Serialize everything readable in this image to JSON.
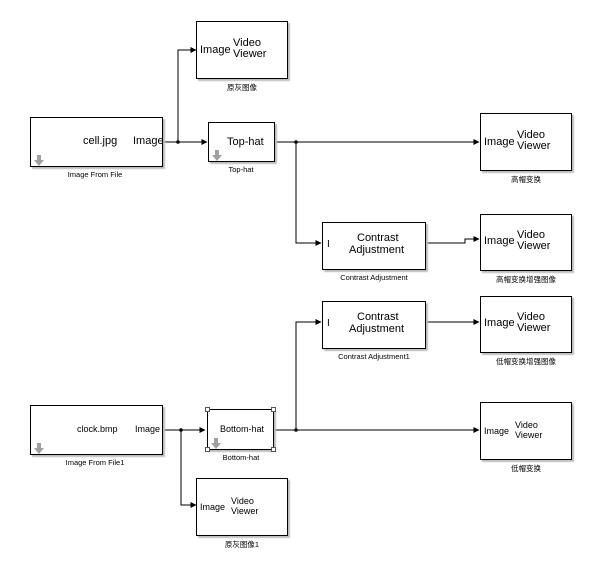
{
  "blocks": {
    "file1": {
      "name": "cell.jpg",
      "port_out": "Image",
      "caption": "Image From File"
    },
    "file2": {
      "name": "clock.bmp",
      "port_out": "Image",
      "caption": "Image From File1"
    },
    "tophat": {
      "name": "Top-hat",
      "caption": "Top-hat"
    },
    "bottomhat": {
      "name": "Bottom-hat",
      "caption": "Bottom-hat"
    },
    "contrast1": {
      "line1": "Contrast",
      "line2": "Adjustment",
      "port_in": "I",
      "caption": "Contrast Adjustment"
    },
    "contrast2": {
      "line1": "Contrast",
      "line2": "Adjustment",
      "port_in": "I",
      "caption": "Contrast Adjustment1"
    },
    "viewer_orig1": {
      "port_in": "Image",
      "line1": "Video",
      "line2": "Viewer",
      "caption": "原灰图像"
    },
    "viewer_tophat": {
      "port_in": "Image",
      "line1": "Video",
      "line2": "Viewer",
      "caption": "高帽变换"
    },
    "viewer_tophat_enh": {
      "port_in": "Image",
      "line1": "Video",
      "line2": "Viewer",
      "caption": "高帽变换增强图像"
    },
    "viewer_bothat_enh": {
      "port_in": "Image",
      "line1": "Video",
      "line2": "Viewer",
      "caption": "低帽变换增强图像"
    },
    "viewer_bothat": {
      "port_in": "Image",
      "line1": "Video",
      "line2": "Viewer",
      "caption": "低帽变换"
    },
    "viewer_orig2": {
      "port_in": "Image",
      "line1": "Video",
      "line2": "Viewer",
      "caption": "原灰图像1"
    }
  },
  "colors": {
    "line": "#000000",
    "shadow": "#bdbdbd",
    "selection_handle": "#555555",
    "icon_gray": "#a0a0a0"
  }
}
